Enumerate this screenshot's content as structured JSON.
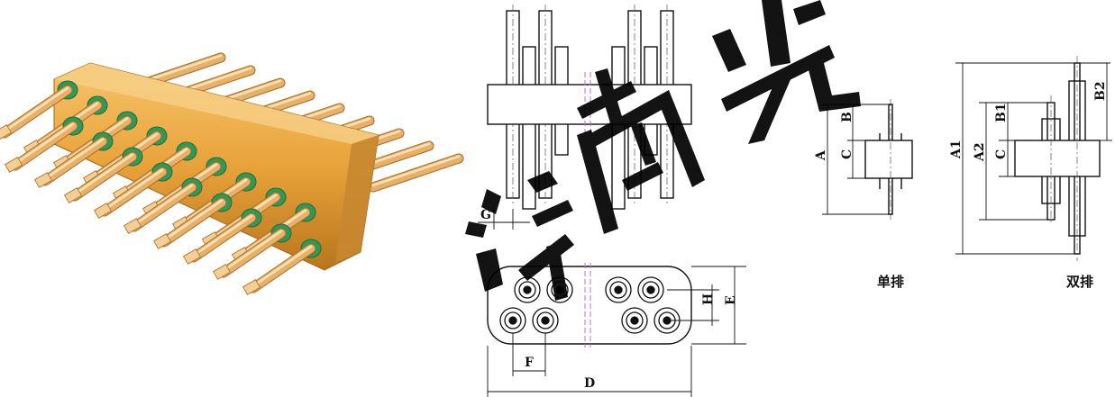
{
  "dimension_labels": {
    "side_view": {
      "g": "G"
    },
    "top_view": {
      "d": "D",
      "e": "E",
      "f": "F",
      "h": "H"
    },
    "single_row": {
      "a": "A",
      "b": "B",
      "c": "C"
    },
    "double_row": {
      "a1": "A1",
      "a2": "A2",
      "b1": "B1",
      "b2": "B2",
      "c": "C"
    }
  },
  "captions": {
    "single_row": "单排",
    "double_row": "双排"
  },
  "colors": {
    "housing": "#e8a23a",
    "pin": "#e2a65a",
    "insulator": "#2f9a57",
    "watermark": "#000000"
  }
}
